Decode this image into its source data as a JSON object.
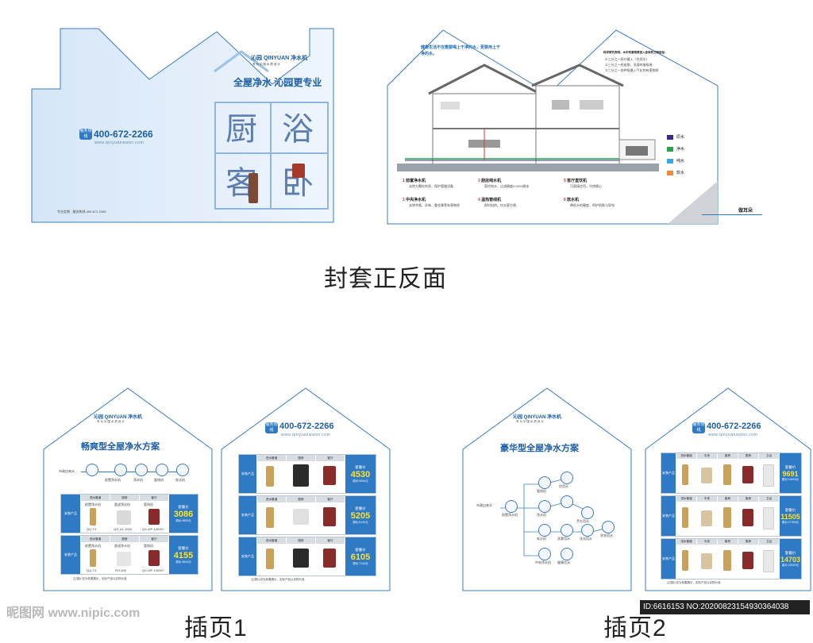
{
  "colors": {
    "brand": "#1f6fb8",
    "accent": "#2f7ac4",
    "price": "#ffe12a",
    "legend": [
      "#3b2a8a",
      "#2aa64a",
      "#3aa7e0",
      "#f08a3a"
    ]
  },
  "captions": {
    "cover": "封套正反面",
    "insert1": "插页1",
    "insert2": "插页2"
  },
  "cover_front": {
    "brand": "沁园 QINYUAN 净水机",
    "slogan": "专 为 中 国 水 质 设 计",
    "headline": "全屋净水 沁园更专业",
    "chars": [
      "厨",
      "浴",
      "客",
      "卧"
    ],
    "hotline_badge": "服务热线",
    "phone": "400-672-2266",
    "url": "www.qinyuanwater.com",
    "footer": "专业定制 · 服务热线 400-672-2266"
  },
  "cover_back": {
    "intro": "健康生活不仅需要喝上干净的水，更要用上干净的水。",
    "side_title": "科学研究表明，水中有害物质进入身体有三种途径：",
    "side_points": [
      "①三分之一经口摄入（饮用水）",
      "②三分之一经皮肤，洗澡时被吸收",
      "③三分之一由呼吸摄入气化的有害物质"
    ],
    "legend": [
      "原水",
      "净水",
      "纯水",
      "软水"
    ],
    "items": [
      {
        "n": "1",
        "name": "前置净水机",
        "desc": "去除大颗粒杂质，保护管路设备"
      },
      {
        "n": "2",
        "name": "中央净水机",
        "desc": "去除余氯、异味、重金属等有害物质"
      },
      {
        "n": "3",
        "name": "厨房纯水机",
        "desc": "直饮纯水，过滤精度0.0001微米"
      },
      {
        "n": "4",
        "name": "温热管线机",
        "desc": "即时加热，饮水更方便"
      },
      {
        "n": "5",
        "name": "客厅直饮机",
        "desc": "可直接饮用，冷热随心"
      },
      {
        "n": "6",
        "name": "软水机",
        "desc": "降低水的硬度，呵护肌肤与家电"
      }
    ],
    "ear": "做耳朵"
  },
  "insert1_left": {
    "brand": "沁园 QINYUAN 净水机",
    "slogan": "专 为 中 国 水 质 设 计",
    "title": "畅爽型全屋净水方案",
    "flow_label": "市政自来水",
    "flow": [
      "前置净水机",
      "净水机",
      "管线机",
      "软水机"
    ],
    "cols": [
      "进水管道",
      "厨房",
      "客厅"
    ],
    "packages": [
      {
        "label": "套餐价",
        "price": "3086",
        "orig": "原价:3683元",
        "names": [
          "前置净水机",
          "超滤净水机",
          "管线机"
        ],
        "models": [
          "QQ-T3",
          "QG-U1-1000",
          "QX-WF-1000G"
        ]
      },
      {
        "label": "套餐价",
        "price": "4155",
        "orig": "原价:4844元",
        "names": [
          "前置净水机",
          "超滤净水机",
          "管线机"
        ],
        "models": [
          "QQ-T3",
          "RO-505",
          "QX-WF-1000G"
        ]
      }
    ],
    "note": "注:图片仅为效果展示，实际产品以实物为准"
  },
  "insert1_right": {
    "badge": "服务热线",
    "phone": "400-672-2266",
    "url": "www.qinyuanwater.com",
    "cols": [
      "进水管道",
      "厨房",
      "客厅"
    ],
    "rows": [
      "安装产品",
      "安装产品",
      "安装产品"
    ],
    "packages": [
      {
        "label": "套餐价",
        "price": "4530",
        "orig": "原价:5054元"
      },
      {
        "label": "套餐价",
        "price": "5205",
        "orig": "原价:6144元"
      },
      {
        "label": "套餐价",
        "price": "6105",
        "orig": "原价:7144元"
      }
    ],
    "note": "注:图片仅为效果展示，实际产品以实物为准"
  },
  "insert2_left": {
    "brand": "沁园 QINYUAN 净水机",
    "slogan": "专 为 中 国 水 质 设 计",
    "title": "豪华型全屋净水方案",
    "flow_label": "市政自来水",
    "nodes": [
      "管线机",
      "饮用水",
      "净水机",
      "饮用水",
      "烹饪用水",
      "洗漱用水",
      "软水机",
      "洗浴用水",
      "沐浴用水",
      "洗衣用水",
      "前置净水机",
      "中央净水机",
      "健康饮水"
    ]
  },
  "insert2_right": {
    "badge": "服务热线",
    "phone": "400-672-2266",
    "url": "www.qinyuanwater.com",
    "cols": [
      "进水管道",
      "中央",
      "厨房",
      "厨房",
      "卫浴"
    ],
    "packages": [
      {
        "label": "套餐价",
        "price": "9691",
        "orig": "原价:14615元"
      },
      {
        "label": "套餐价",
        "price": "11505",
        "orig": "原价:17300元"
      },
      {
        "label": "套餐价",
        "price": "14703",
        "orig": "原价:22620元"
      }
    ],
    "note": "注:图片仅为效果展示，实际产品以实物为准"
  },
  "watermark": {
    "left": "昵图网 www.nipic.com",
    "right": "ID:6616153 NO:20200823154930364038"
  }
}
